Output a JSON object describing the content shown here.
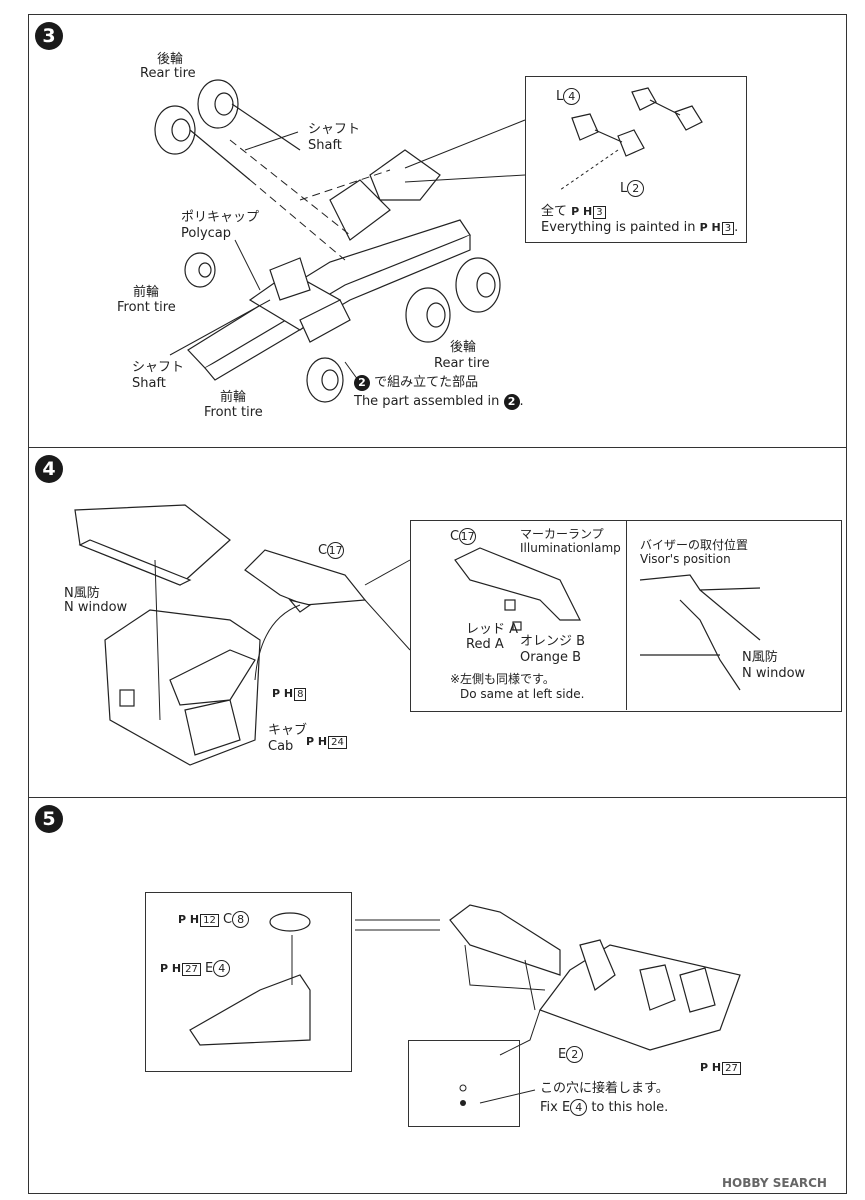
{
  "steps": {
    "s3": {
      "number": "3",
      "rear_tire_jp": "後輪",
      "rear_tire_en": "Rear tire",
      "shaft_jp": "シャフト",
      "shaft_en": "Shaft",
      "polycap_jp": "ポリキャップ",
      "polycap_en": "Polycap",
      "front_tire_jp": "前輪",
      "front_tire_en": "Front tire",
      "shaft2_jp": "シャフト",
      "shaft2_en": "Shaft",
      "rear_tire2_jp": "後輪",
      "rear_tire2_en": "Rear tire",
      "front_tire2_jp": "前輪",
      "front_tire2_en": "Front tire",
      "assembled_num": "2",
      "assembled_jp": "で組み立てた部品",
      "assembled_en": "The part assembled in",
      "assembled_en_num": "2",
      "inset": {
        "l4_letter": "L",
        "l4_num": "4",
        "l2_letter": "L",
        "l2_num": "2",
        "all_jp": "全て",
        "paint_code": "P H",
        "paint_num": "3",
        "painted_en": "Everything is painted in",
        "painted_num": "3"
      }
    },
    "s4": {
      "number": "4",
      "n_window_jp": "N風防",
      "n_window_en": "N window",
      "c17_letter": "C",
      "c17_num": "17",
      "ph8_code": "P H",
      "ph8_num": "8",
      "cab_jp": "キャブ",
      "cab_en": "Cab",
      "ph24_code": "P H",
      "ph24_num": "24",
      "inset_a": {
        "c17_letter": "C",
        "c17_num": "17",
        "marker_jp": "マーカーランプ",
        "marker_en": "Illuminationlamp",
        "red_jp": "レッド A",
        "red_en": "Red A",
        "orange_jp": "オレンジ B",
        "orange_en": "Orange B",
        "note_jp": "※左側も同様です。",
        "note_en": "Do same at left side."
      },
      "inset_b": {
        "visor_jp": "バイザーの取付位置",
        "visor_en": "Visor's position",
        "n_window_jp": "N風防",
        "n_window_en": "N window"
      }
    },
    "s5": {
      "number": "5",
      "ph12_code": "P H",
      "ph12_num": "12",
      "c8_letter": "C",
      "c8_num": "8",
      "ph27_code": "P H",
      "ph27_num": "27",
      "e4_letter": "E",
      "e4_num": "4",
      "e2_letter": "E",
      "e2_num": "2",
      "ph27b_code": "P H",
      "ph27b_num": "27",
      "hole_jp": "この穴に接着します。",
      "hole_en_pre": "Fix E",
      "hole_en_num": "4",
      "hole_en_post": "to this hole."
    }
  },
  "watermark": "HOBBY SEARCH"
}
